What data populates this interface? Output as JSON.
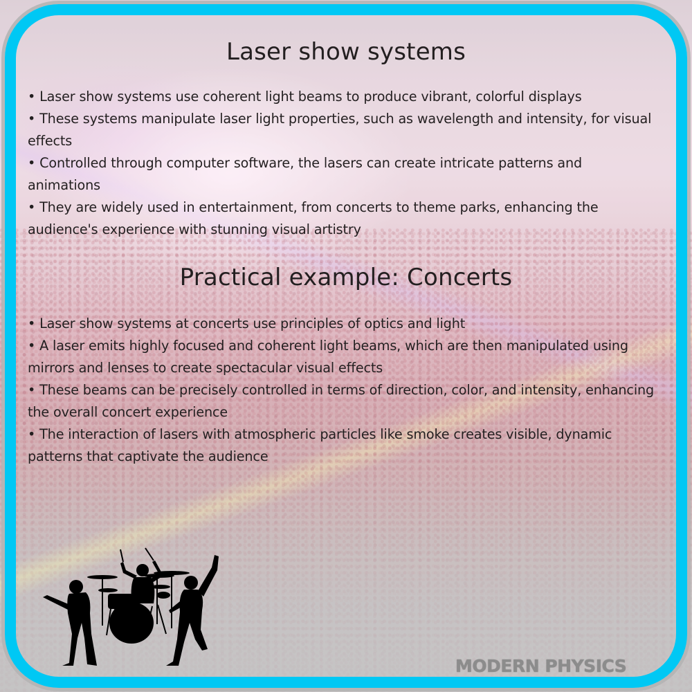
{
  "section1": {
    "title": "Laser show systems",
    "bullets": [
      "• Laser show systems use coherent light beams to produce vibrant, colorful displays",
      "• These systems manipulate laser light properties, such as wavelength and intensity, for visual effects",
      "• Controlled through computer software, the lasers can create intricate patterns and animations",
      "• They are widely used in entertainment, from concerts to theme parks, enhancing the audience's experience with stunning visual artistry"
    ]
  },
  "section2": {
    "title": "Practical example: Concerts",
    "bullets": [
      "• Laser show systems at concerts use principles of optics and light",
      "• A laser emits highly focused and coherent light beams, which are then manipulated using mirrors and lenses to create spectacular visual effects",
      "• These beams can be precisely controlled in terms of direction, color, and intensity, enhancing the overall concert experience",
      "• The interaction of lasers with atmospheric particles like smoke creates visible, dynamic patterns that captivate the audience"
    ]
  },
  "illustration": {
    "icon": "rock-band-silhouette-icon",
    "description": "Silhouette of guitarist, drummer with drum kit, and cheering performer"
  },
  "branding": {
    "watermark": "MODERN PHYSICS"
  },
  "colors": {
    "frame_border": "#00c8f4",
    "text": "#231f20",
    "watermark": "#8c8c8c"
  }
}
